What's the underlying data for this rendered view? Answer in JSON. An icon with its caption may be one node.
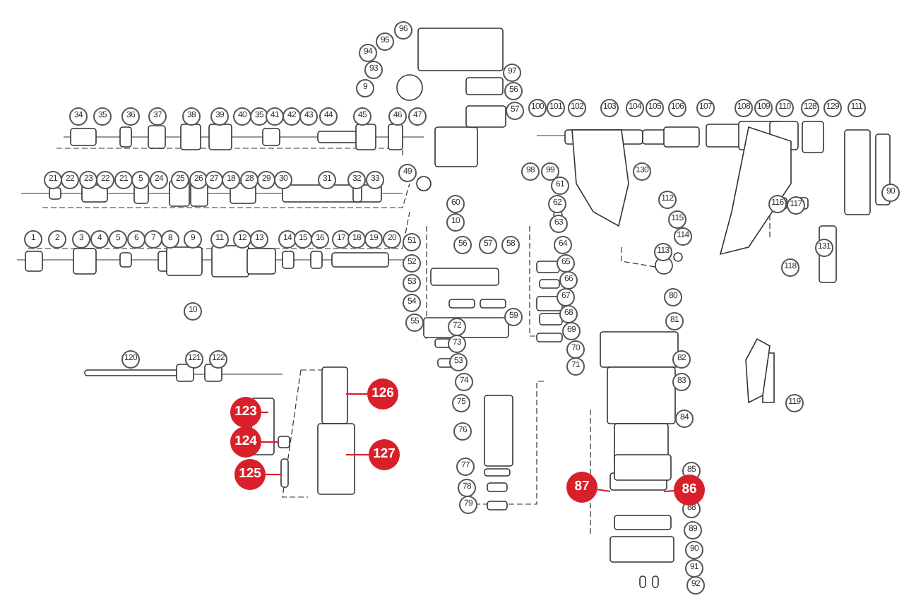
{
  "diagram": {
    "nodes": [
      {
        "text": [
          "126"
        ]
      },
      {
        "text": [
          "123"
        ]
      },
      {
        "text": [
          "127"
        ]
      },
      {
        "text": [
          "124"
        ]
      },
      {
        "text": [
          "125"
        ]
      },
      {
        "text": [
          "87"
        ]
      },
      {
        "text": [
          "86"
        ]
      }
    ],
    "edges": [
      {
        "from": 0,
        "to": null,
        "arrow": "none"
      },
      {
        "from": 1,
        "to": null,
        "arrow": "none"
      },
      {
        "from": 2,
        "to": null,
        "arrow": "none"
      },
      {
        "from": 3,
        "to": null,
        "arrow": "none"
      },
      {
        "from": 4,
        "to": null,
        "arrow": "none"
      },
      {
        "from": 5,
        "to": null,
        "arrow": "none"
      },
      {
        "from": 6,
        "to": null,
        "arrow": "none"
      }
    ],
    "labels": [
      "96",
      "95",
      "94",
      "93",
      "9",
      "97",
      "56",
      "57",
      "34",
      "35",
      "36",
      "37",
      "38",
      "39",
      "40",
      "35",
      "41",
      "42",
      "43",
      "44",
      "45",
      "46",
      "47",
      "100",
      "101",
      "102",
      "103",
      "104",
      "105",
      "106",
      "107",
      "108",
      "109",
      "110",
      "128",
      "129",
      "111",
      "98",
      "99",
      "130",
      "21",
      "22",
      "23",
      "22",
      "21",
      "5",
      "24",
      "25",
      "26",
      "27",
      "18",
      "28",
      "29",
      "30",
      "31",
      "32",
      "33",
      "49",
      "61",
      "90",
      "60",
      "62",
      "112",
      "116",
      "117",
      "10",
      "63",
      "115",
      "114",
      "113",
      "131",
      "118",
      "1",
      "2",
      "3",
      "4",
      "5",
      "6",
      "7",
      "8",
      "9",
      "11",
      "12",
      "13",
      "14",
      "15",
      "16",
      "17",
      "18",
      "19",
      "20",
      "51",
      "56",
      "57",
      "58",
      "64",
      "52",
      "65",
      "53",
      "66",
      "54",
      "67",
      "80",
      "10",
      "68",
      "59",
      "55",
      "81",
      "72",
      "69",
      "73",
      "70",
      "120",
      "121",
      "122",
      "82",
      "53",
      "71",
      "74",
      "83",
      "75",
      "119",
      "84",
      "76",
      "77",
      "85",
      "78",
      "88",
      "79",
      "89",
      "90",
      "91",
      "92"
    ]
  }
}
